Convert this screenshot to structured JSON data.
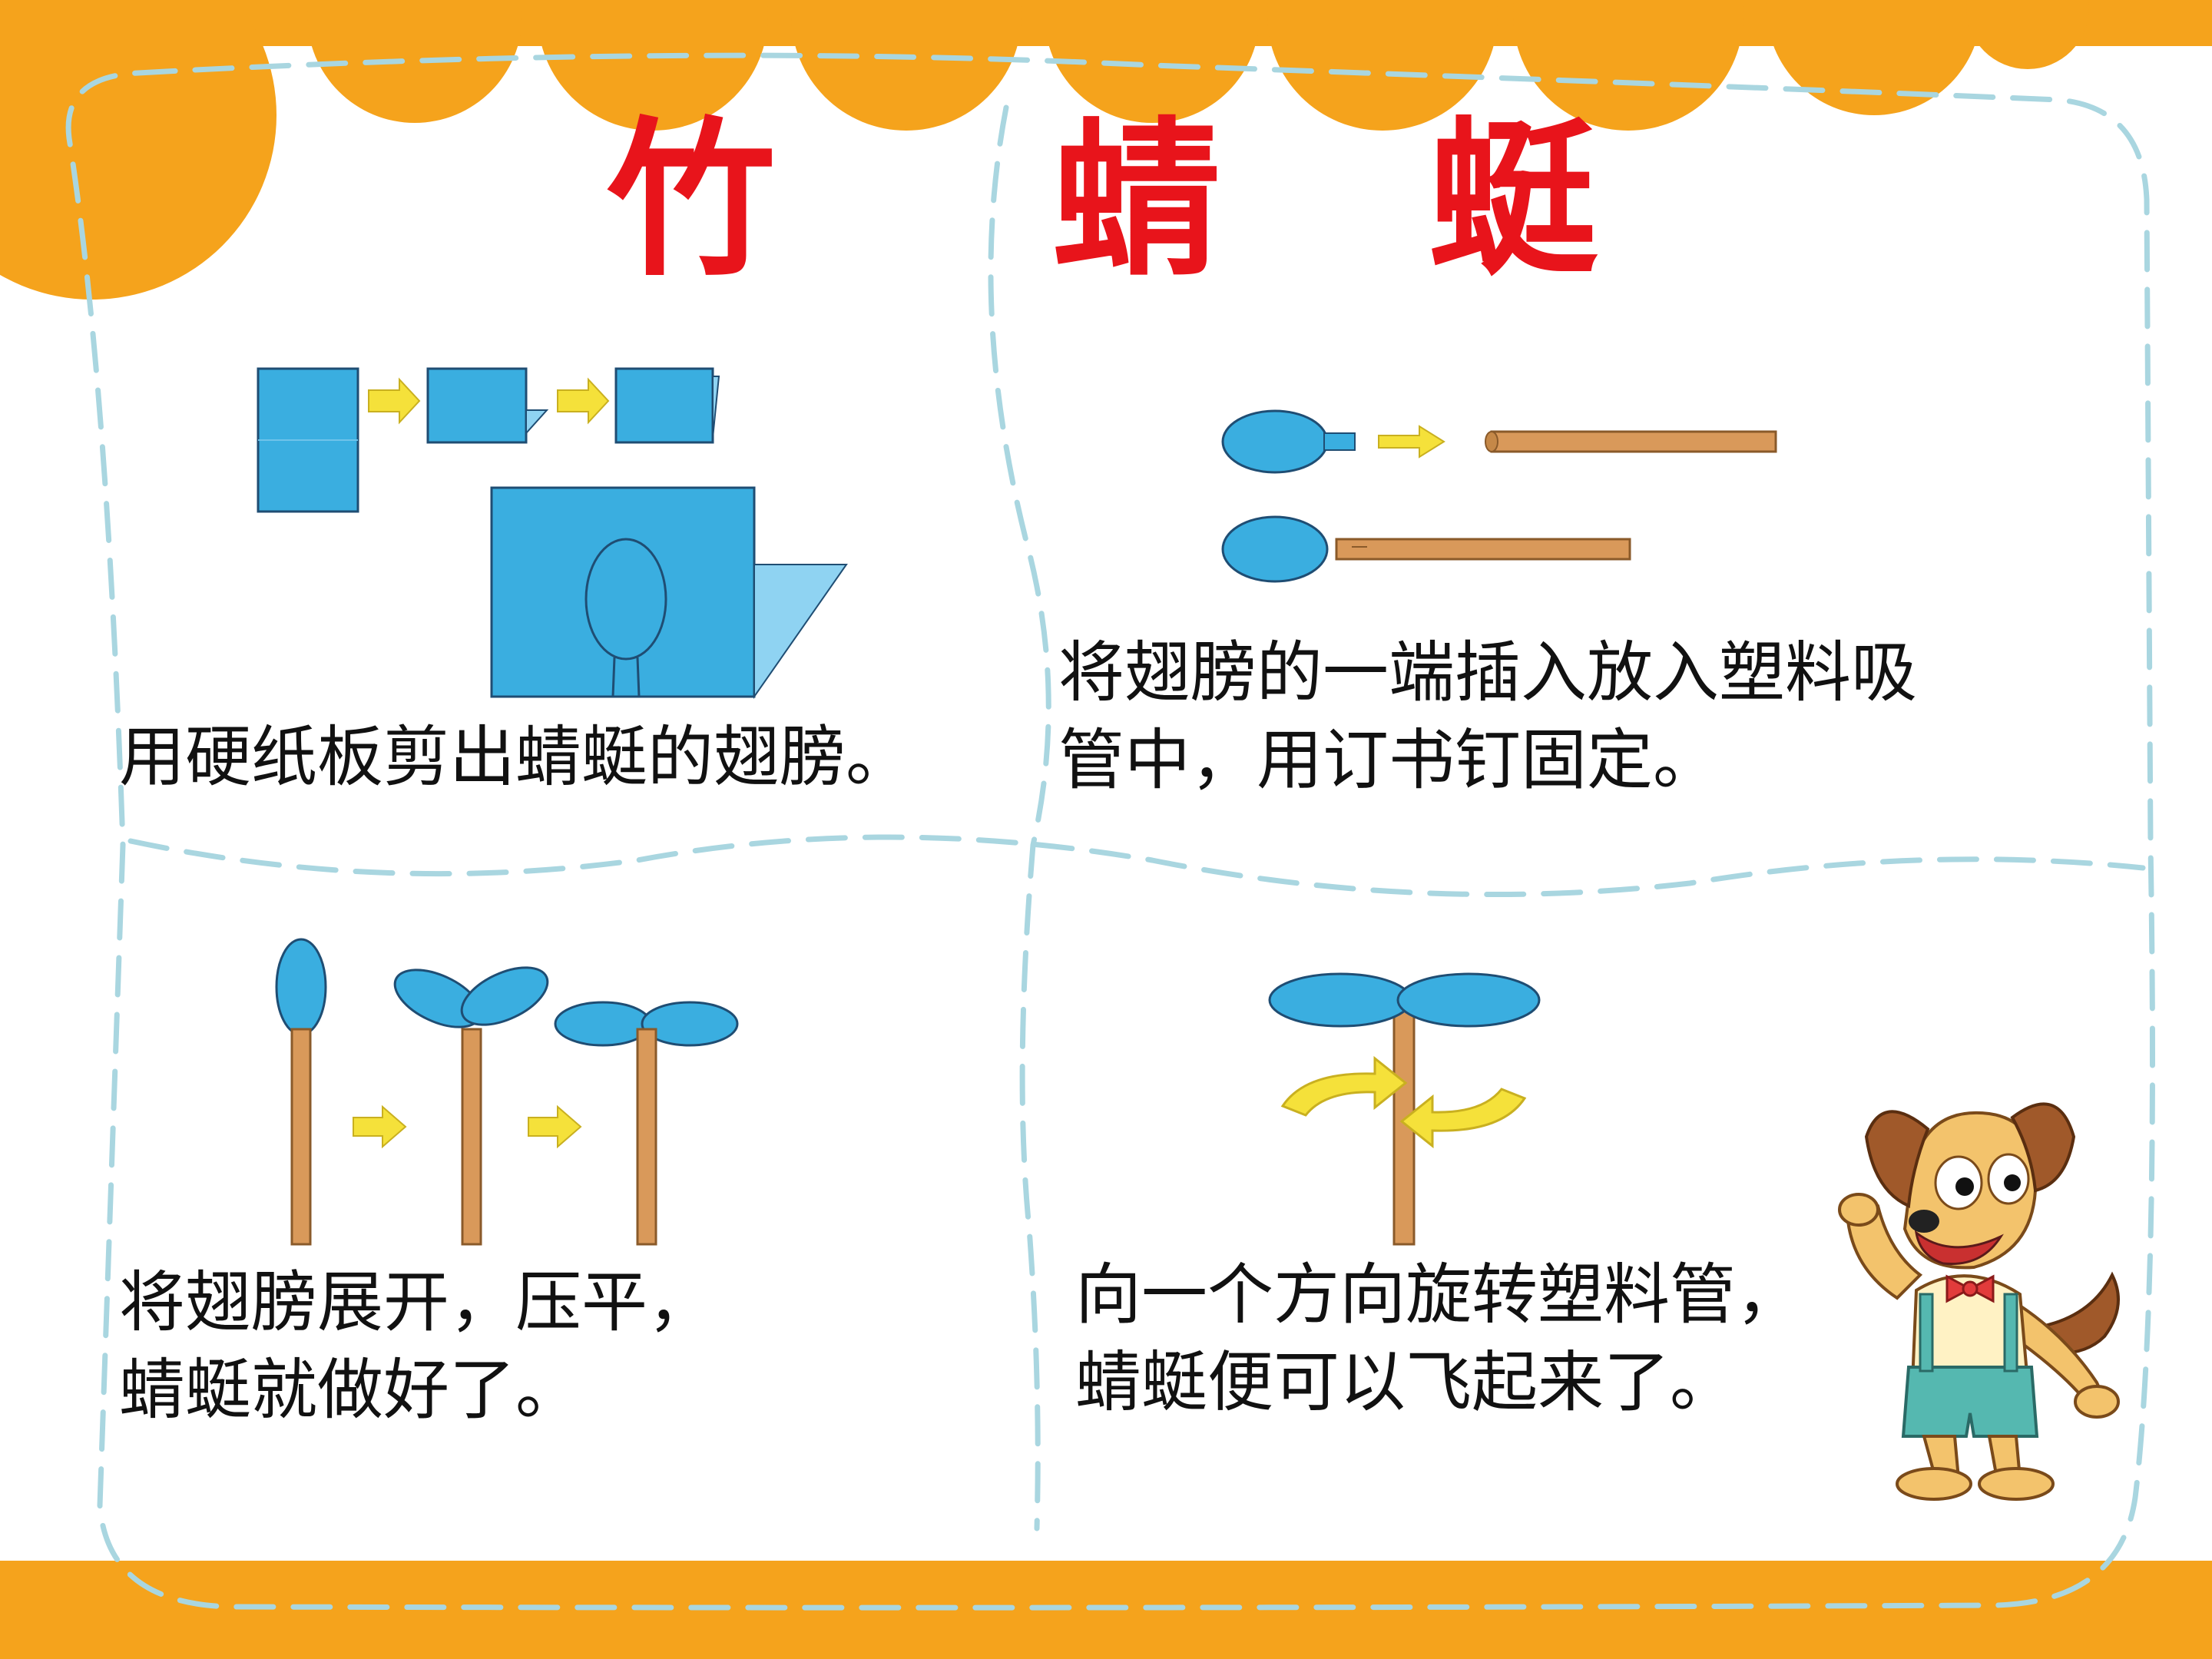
{
  "title": {
    "chars": [
      "竹",
      "蜻",
      "蜓"
    ],
    "color": "#e8141b"
  },
  "colors": {
    "orange": "#f5a31c",
    "paper_blue": "#3aaee0",
    "paper_blue_light": "#8fd3f2",
    "stick_brown": "#d9995a",
    "arrow_yellow": "#f5e13a",
    "dashed_line": "#a9d6e0",
    "caption_text": "#111111"
  },
  "steps": [
    {
      "id": "step-1",
      "lines": [
        "用硬纸板剪出蜻蜓的翅膀。"
      ]
    },
    {
      "id": "step-2",
      "lines": [
        "将翅膀的一端插入放入塑料吸",
        "管中，用订书钉固定。"
      ]
    },
    {
      "id": "step-3",
      "lines": [
        "将翅膀展开，压平，",
        "蜻蜓就做好了。"
      ]
    },
    {
      "id": "step-4",
      "lines": [
        "向一个方向旋转塑料管，",
        "蜻蜓便可以飞起来了。"
      ]
    }
  ],
  "icons": {
    "mascot": "cartoon-dog-mascot-icon",
    "arrow": "right-arrow-icon",
    "rotation": "rotation-arrows-icon"
  }
}
